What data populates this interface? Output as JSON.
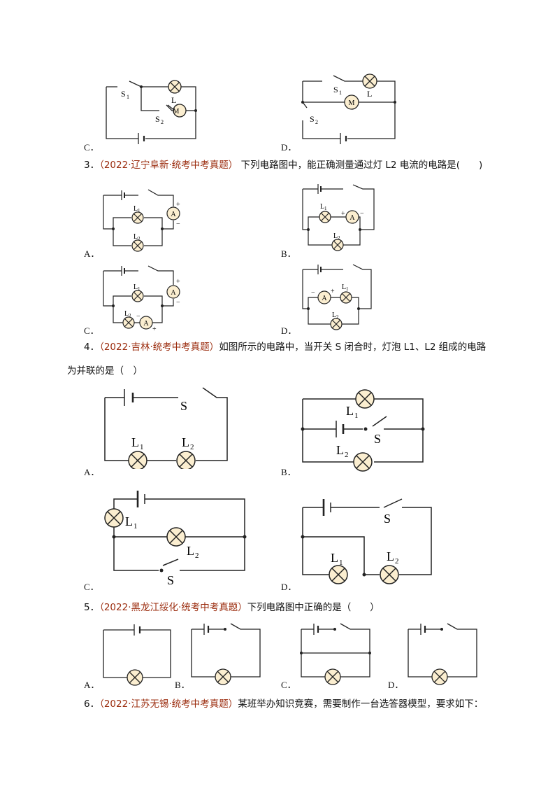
{
  "options": {
    "A": "A．",
    "B": "B．",
    "C": "C．",
    "D": "D．"
  },
  "labels": {
    "S1": "S",
    "S2": "S",
    "sub1": "1",
    "sub2": "2",
    "S": "S",
    "L": "L",
    "L1": "L",
    "L2": "L",
    "M": "M",
    "A": "A",
    "plus": "+",
    "minus": "−"
  },
  "questions": [
    {
      "num": "3．",
      "source_open": "（",
      "source": "2022·辽宁阜新·统考中考真题",
      "source_close": "）",
      "text": "  下列电路图中，能正确测量通过灯 L2 电流的电路是(　　)"
    },
    {
      "num": "4．",
      "source_open": "（",
      "source": "2022·吉林·统考中考真题",
      "source_close": "）",
      "text": "如图所示的电路中，当开关 S 闭合时，灯泡 L1、L2 组成的电路",
      "text2": "为并联的是（　）"
    },
    {
      "num": "5．",
      "source_open": "（",
      "source": "2022·黑龙江绥化·统考中考真题",
      "source_close": "）",
      "text": "下列电路图中正确的是（　　）"
    },
    {
      "num": "6．",
      "source_open": "（",
      "source": "2022·江苏无锡·统考中考真题",
      "source_close": "）",
      "text": "某班举办知识竞赛，需要制作一台选答器模型，要求如下："
    }
  ]
}
